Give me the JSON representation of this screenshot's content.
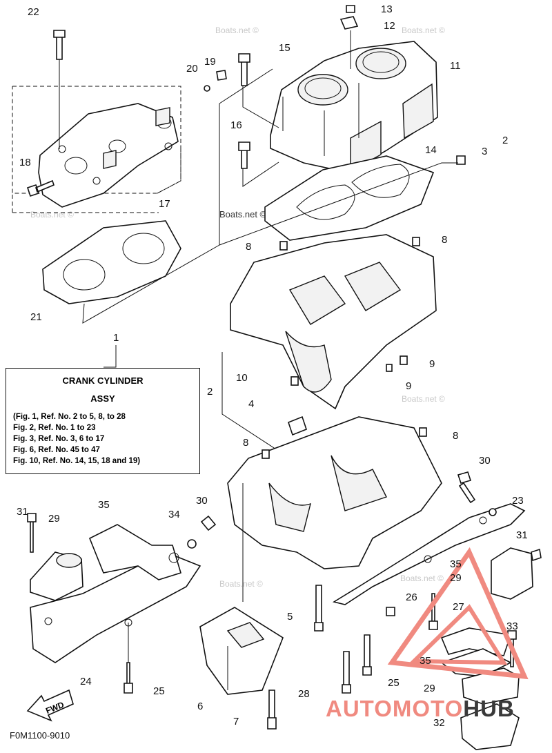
{
  "watermark": "Boats.net ©",
  "drawing_code": "F0M1100-9010",
  "brand": {
    "part1": "AUTOMOTO",
    "part2": "HUB"
  },
  "fwd_label": "FWD",
  "assy_box": {
    "title": "CRANK CYLINDER",
    "subtitle": "ASSY",
    "refs": [
      "(Fig. 1, Ref. No. 2 to 5, 8, to 28",
      "Fig. 2, Ref. No. 1 to 23",
      "Fig. 3, Ref. No. 3, 6 to 17",
      "Fig. 6, Ref. No. 45 to 47",
      "Fig. 10, Ref. No. 14, 15, 18 and 19)"
    ]
  },
  "callouts": [
    "22",
    "13",
    "12",
    "15",
    "11",
    "19",
    "20",
    "16",
    "14",
    "3",
    "2",
    "18",
    "17",
    "21",
    "8",
    "8",
    "1",
    "9",
    "10",
    "9",
    "2",
    "4",
    "8",
    "8",
    "30",
    "31",
    "29",
    "35",
    "34",
    "30",
    "23",
    "24",
    "6",
    "25",
    "5",
    "7",
    "31",
    "35",
    "29",
    "26",
    "27",
    "33",
    "35",
    "25",
    "28",
    "29",
    "32"
  ],
  "colors": {
    "line": "#111111",
    "brand_red": "#f08a80",
    "brand_dark": "#3a3a3a",
    "watermark": "#c8c8c8"
  }
}
